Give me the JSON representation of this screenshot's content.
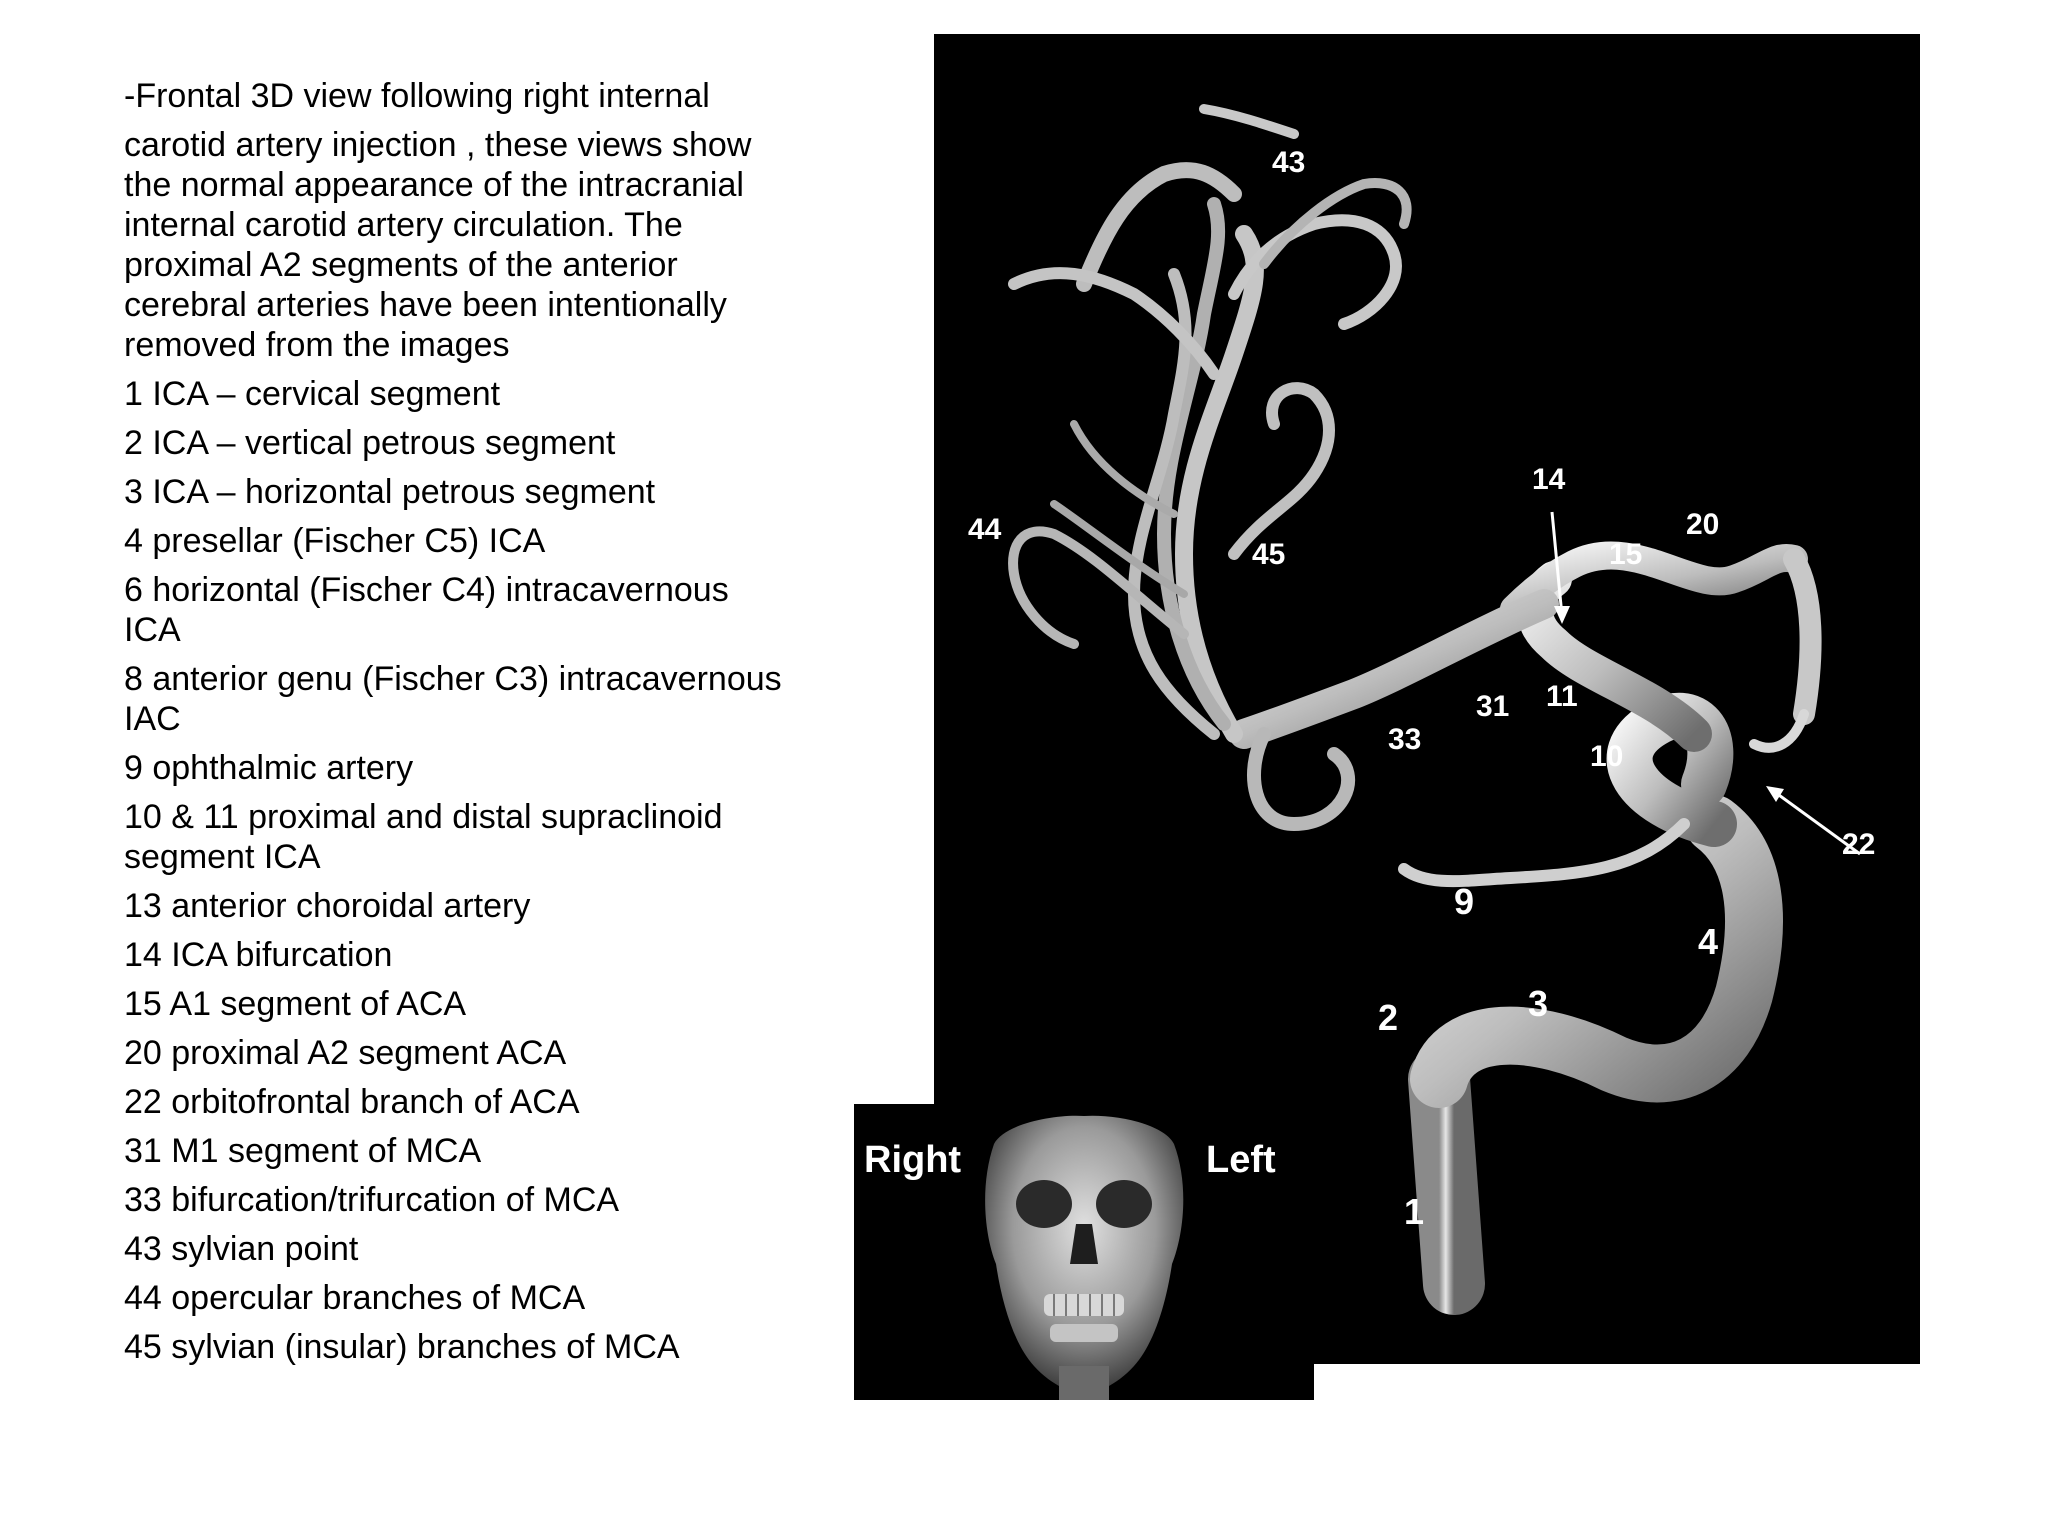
{
  "intro_paragraphs": [
    "-Frontal 3D view following right internal",
    "carotid artery injection , these views show the normal appearance of the intracranial internal carotid artery circulation. The proximal A2 segments of the anterior cerebral arteries have been intentionally removed from the images"
  ],
  "legend": [
    "1 ICA – cervical segment",
    "2 ICA – vertical petrous segment",
    "3 ICA – horizontal petrous segment",
    "4 presellar (Fischer C5) ICA",
    "6 horizontal (Fischer C4) intracavernous ICA",
    "8 anterior genu (Fischer C3) intracavernous IAC",
    "9 ophthalmic artery",
    "10 & 11 proximal and distal supraclinoid segment ICA",
    "13 anterior choroidal artery",
    "14 ICA bifurcation",
    "15 A1 segment of ACA",
    "20 proximal A2 segment ACA",
    "22 orbitofrontal branch of ACA",
    "31 M1 segment of MCA",
    "33 bifurcation/trifurcation of MCA",
    "43 sylvian point",
    "44 opercular branches of MCA",
    "45 sylvian (insular) branches of MCA"
  ],
  "image_labels": {
    "l43": "43",
    "l44": "44",
    "l45": "45",
    "l14": "14",
    "l15": "15",
    "l20": "20",
    "l31": "31",
    "l11": "11",
    "l33": "33",
    "l10": "10",
    "l22": "22",
    "l9": "9",
    "l4": "4",
    "l3": "3",
    "l2": "2",
    "l1": "1"
  },
  "inset_labels": {
    "right": "Right",
    "left": "Left"
  }
}
